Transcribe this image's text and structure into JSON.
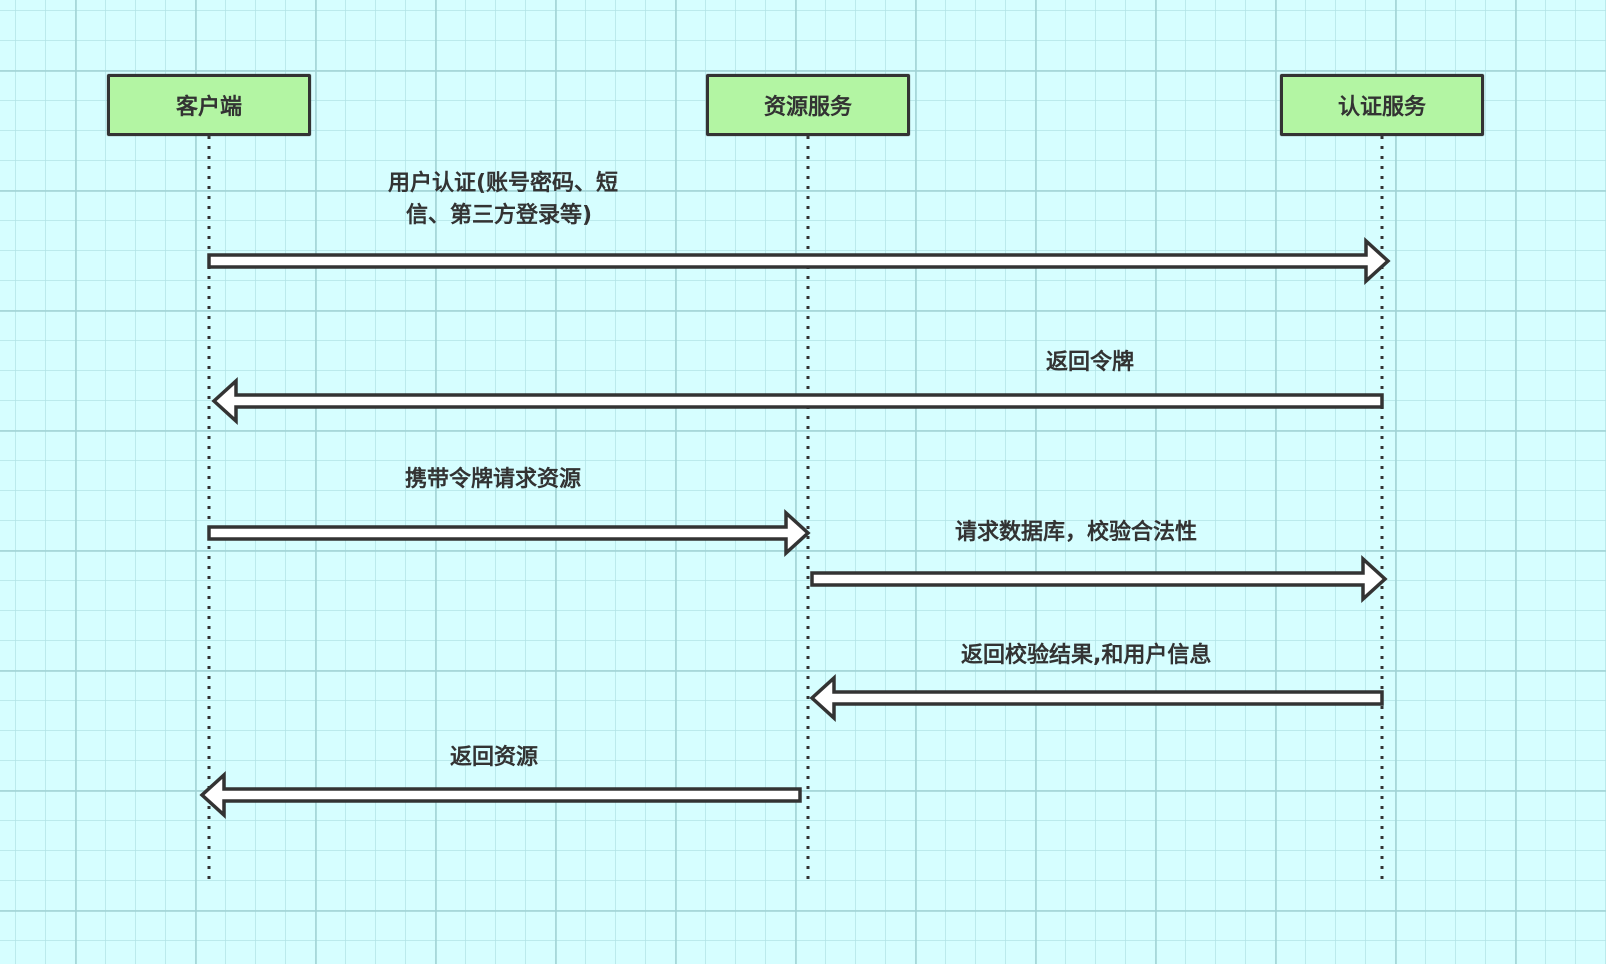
{
  "diagram": {
    "type": "sequence",
    "colors": {
      "background": "#d6feff",
      "participant_fill": "#b3f5a3",
      "stroke": "#333333",
      "arrow_fill": "#ffffff"
    },
    "participants": [
      {
        "id": "client",
        "label": "客户端"
      },
      {
        "id": "resource",
        "label": "资源服务"
      },
      {
        "id": "auth",
        "label": "认证服务"
      }
    ],
    "messages": [
      {
        "from": "client",
        "to": "auth",
        "label": "用户认证(账号密码、短\n信、第三方登录等)"
      },
      {
        "from": "auth",
        "to": "client",
        "label": "返回令牌"
      },
      {
        "from": "client",
        "to": "resource",
        "label": "携带令牌请求资源"
      },
      {
        "from": "resource",
        "to": "auth",
        "label": "请求数据库，校验合法性"
      },
      {
        "from": "auth",
        "to": "resource",
        "label": "返回校验结果,和用户信息"
      },
      {
        "from": "resource",
        "to": "client",
        "label": "返回资源"
      }
    ]
  }
}
